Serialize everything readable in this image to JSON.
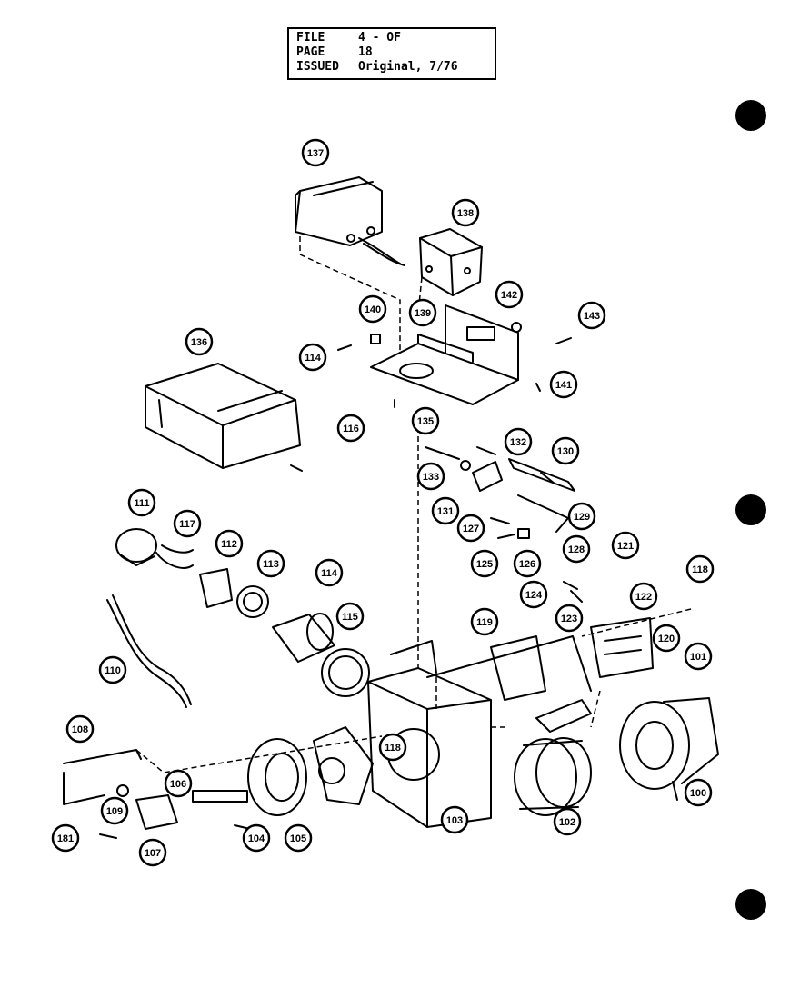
{
  "header": {
    "file_label": "FILE",
    "file_value": "4 - OF",
    "page_label": "PAGE",
    "page_value": "18",
    "issued_label": "ISSUED",
    "issued_value": "Original, 7/76"
  },
  "callouts": {
    "c100": "100",
    "c101": "101",
    "c102": "102",
    "c103": "103",
    "c104": "104",
    "c105": "105",
    "c106": "106",
    "c107": "107",
    "c108": "108",
    "c109": "109",
    "c110": "110",
    "c111": "111",
    "c112": "112",
    "c113": "113",
    "c114a": "114",
    "c114b": "114",
    "c115": "115",
    "c116": "116",
    "c117": "117",
    "c118a": "118",
    "c118b": "118",
    "c119": "119",
    "c120": "120",
    "c121": "121",
    "c122": "122",
    "c123": "123",
    "c124": "124",
    "c125": "125",
    "c126": "126",
    "c127": "127",
    "c128": "128",
    "c129": "129",
    "c130": "130",
    "c131": "131",
    "c132": "132",
    "c133": "133",
    "c135": "135",
    "c136": "136",
    "c137": "137",
    "c138": "138",
    "c139": "139",
    "c140": "140",
    "c141": "141",
    "c142": "142",
    "c143": "143",
    "c181": "181"
  },
  "colors": {
    "ink": "#000000",
    "paper": "#ffffff"
  }
}
